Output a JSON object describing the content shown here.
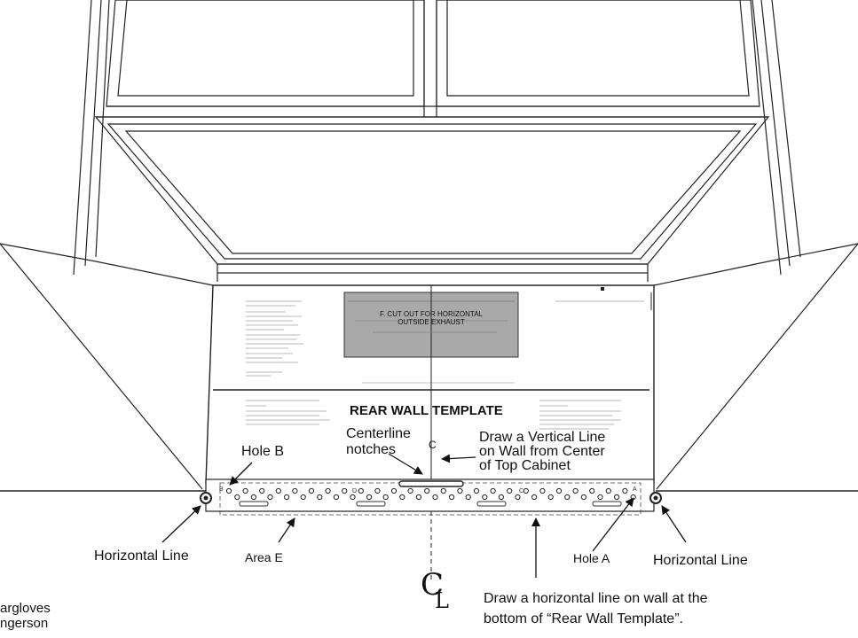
{
  "template": {
    "title": "REAR WALL TEMPLATE",
    "exhaust_label_line1": "F. CUT OUT FOR HORIZONTAL",
    "exhaust_label_line2": "OUTSIDE EXHAUST",
    "centerline_letter": "C",
    "hole_letters": [
      "B",
      "D",
      "C",
      "A"
    ]
  },
  "callouts": {
    "hole_b": "Hole B",
    "centerline_notches_line1": "Centerline",
    "centerline_notches_line2": "notches",
    "draw_vertical_line1": "Draw a Vertical Line",
    "draw_vertical_line2": "on Wall from Center",
    "draw_vertical_line3": "of Top Cabinet",
    "horizontal_line_left": "Horizontal Line",
    "horizontal_line_right": "Horizontal Line",
    "area_e": "Area E",
    "hole_a": "Hole A",
    "draw_horizontal_line1": "Draw a horizontal line on wall at the",
    "draw_horizontal_line2": "bottom of  “Rear Wall Template”.",
    "centerline_symbol_c": "C",
    "centerline_symbol_l": "L"
  },
  "credits": {
    "line1": "argloves",
    "line2": "ngerson"
  }
}
